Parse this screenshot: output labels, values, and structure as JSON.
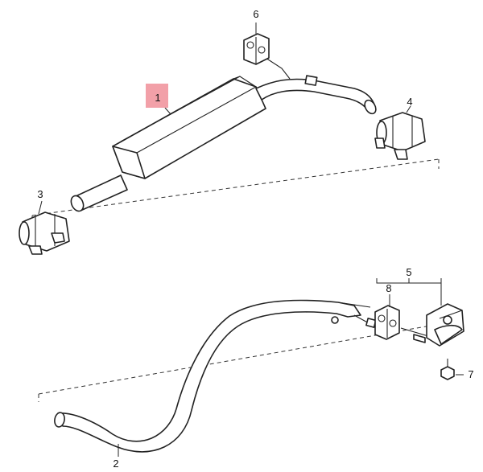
{
  "diagram": {
    "callouts": [
      {
        "id": "part-1",
        "label": "1",
        "highlighted": true
      },
      {
        "id": "part-2",
        "label": "2"
      },
      {
        "id": "part-3",
        "label": "3"
      },
      {
        "id": "part-4",
        "label": "4"
      },
      {
        "id": "part-5",
        "label": "5"
      },
      {
        "id": "part-6",
        "label": "6"
      },
      {
        "id": "part-7",
        "label": "7"
      },
      {
        "id": "part-8",
        "label": "8"
      }
    ],
    "highlight_color": "#f2a0a8"
  }
}
